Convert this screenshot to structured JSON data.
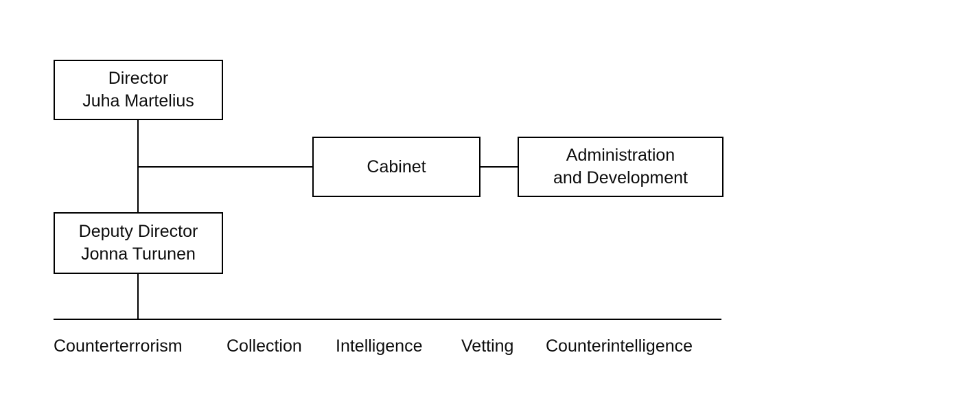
{
  "page": {
    "background_color": "#ffffff",
    "line_color": "#000000"
  },
  "org_chart": {
    "nodes": {
      "director": {
        "title": "Director",
        "name": "Juha Martelius"
      },
      "deputy_director": {
        "title": "Deputy Director",
        "name": "Jonna Turunen"
      },
      "cabinet": {
        "title": "Cabinet"
      },
      "administration": {
        "title_line1": "Administration",
        "title_line2": "and Development"
      }
    },
    "departments": [
      "Counterterrorism",
      "Collection",
      "Intelligence",
      "Vetting",
      "Counterintelligence"
    ]
  }
}
